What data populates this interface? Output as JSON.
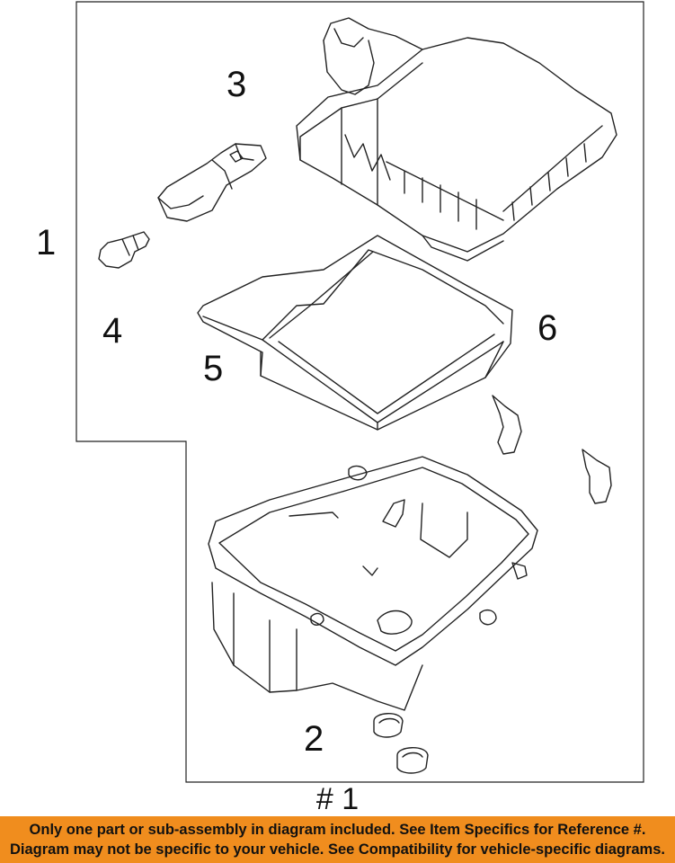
{
  "callouts": {
    "c1": "1",
    "c2": "2",
    "c3": "3",
    "c4": "4",
    "c5": "5",
    "c6": "6"
  },
  "reference_label": "# 1",
  "banner": {
    "line1": "Only one part or sub-assembly in diagram included. See Item Specifics for Reference #.",
    "line2": "Diagram may not be specific to your vehicle. See Compatibility for vehicle-specific diagrams.",
    "color": "#f08d1e"
  }
}
